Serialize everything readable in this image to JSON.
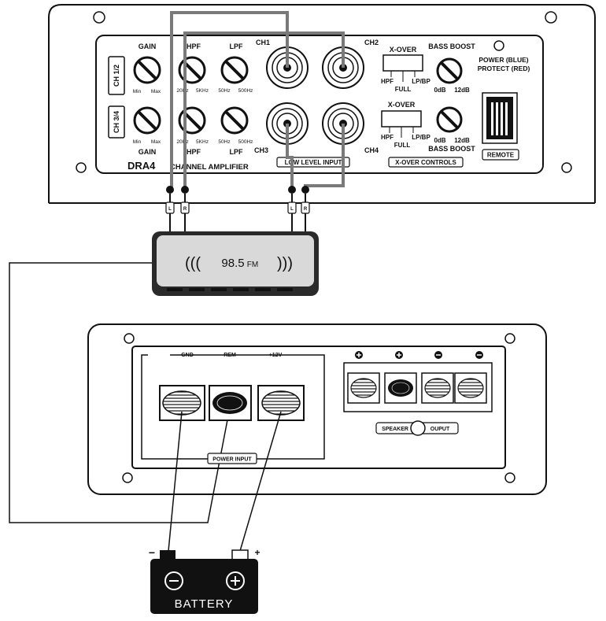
{
  "amplifier": {
    "model": "DRA4",
    "subtitle": "CHANNEL AMPLIFIER",
    "ch12_label": "CH 1/2",
    "ch34_label": "CH 3/4",
    "gain_top": "GAIN",
    "gain_bottom": "GAIN",
    "hpf_top": "HPF",
    "hpf_bottom": "HPF",
    "lpf_top": "LPF",
    "lpf_bottom": "LPF",
    "min": "Min",
    "max": "Max",
    "hz20": "20Hz",
    "khz5": "5KHz",
    "hz50": "50Hz",
    "hz500": "500Hz",
    "ch1": "CH1",
    "ch2": "CH2",
    "ch3": "CH3",
    "ch4": "CH4",
    "low_level_input": "LOW LEVEL INPUT",
    "xover": "X-OVER",
    "xover_hpf": "HPF",
    "xover_full": "FULL",
    "xover_lpbp": "LP/BP",
    "xover_controls": "X-OVER CONTROLS",
    "bass_boost": "BASS BOOST",
    "db0": "0dB",
    "db12": "12dB",
    "power_blue": "POWER (BLUE)",
    "protect_red": "PROTECT (RED)",
    "remote": "REMOTE"
  },
  "rca": {
    "left": "L",
    "right": "R"
  },
  "radio": {
    "left_waves": "(((",
    "frequency": "98.5",
    "band": "FM",
    "right_waves": ")))"
  },
  "power_panel": {
    "gnd": "GND",
    "rem": "REM",
    "v12": "+12V",
    "power_input": "POWER INPUT",
    "speaker_output": [
      "SPEAKER",
      "OUPUT"
    ]
  },
  "battery": {
    "label": "BATTERY",
    "neg": "−",
    "pos": "+"
  },
  "colors": {
    "ink": "#111111",
    "cable_gray": "#7a7a7a",
    "radio_fill": "#d9d9d9",
    "battery_fill": "#111111"
  }
}
